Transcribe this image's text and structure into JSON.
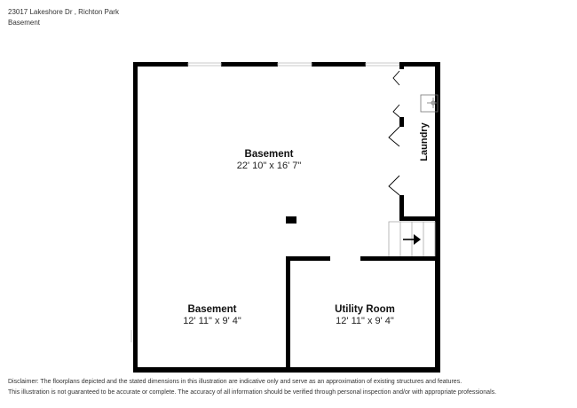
{
  "header": {
    "address": "23017 Lakeshore Dr , Richton Park",
    "floor": "Basement"
  },
  "rooms": [
    {
      "name": "Basement",
      "dimensions": "22' 10\" x 16' 7\""
    },
    {
      "name": "Basement",
      "dimensions": "12' 11\" x 9' 4\""
    },
    {
      "name": "Utility Room",
      "dimensions": "12' 11\" x 9' 4\""
    },
    {
      "name": "Laundry",
      "dimensions": ""
    }
  ],
  "icons": {
    "stairs": "stairs-icon",
    "stairs_direction": "arrow-right-icon",
    "sink": "sink-icon",
    "door": "door-swing-icon",
    "window": "window-icon",
    "column": "column-icon"
  },
  "colors": {
    "wall": "#000000",
    "window": "#cccccc",
    "fixture": "#888888",
    "background": "#ffffff"
  },
  "disclaimer": {
    "line1": "Disclaimer: The floorplans depicted and the stated dimensions in this illustration are indicative only and serve as an approximation of existing structures and features.",
    "line2": "This illustration is not guaranteed to be accurate or complete. The accuracy of all information should be verified through personal inspection and/or with appropriate professionals."
  }
}
